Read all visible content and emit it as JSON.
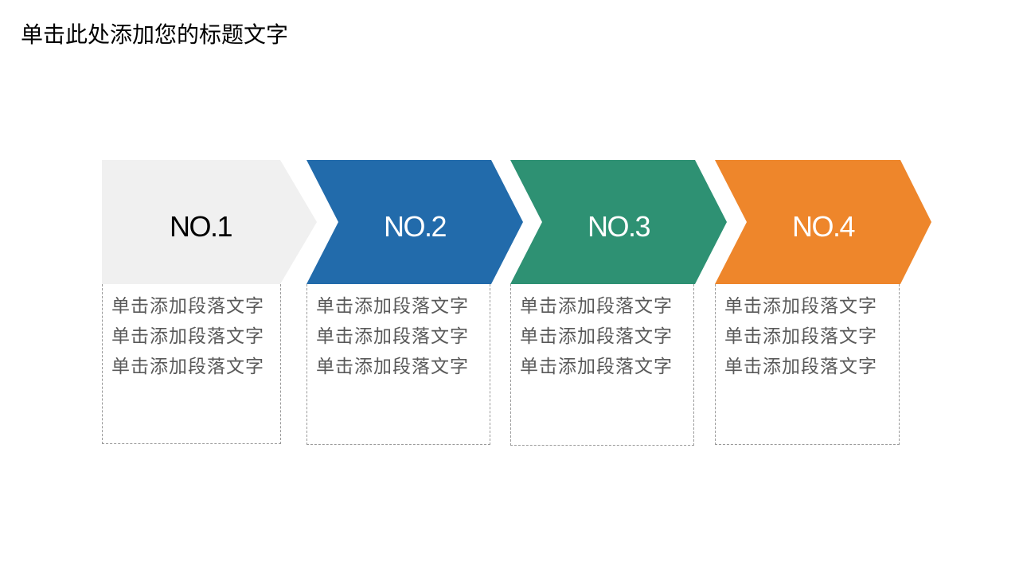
{
  "title": "单击此处添加您的标题文字",
  "steps": [
    {
      "label": "NO.1",
      "text": "单击添加段落文字单击添加段落文字单击添加段落文字",
      "fill": "#f0f0f0",
      "text_color": "#000000"
    },
    {
      "label": "NO.2",
      "text": "单击添加段落文字单击添加段落文字单击添加段落文字",
      "fill": "#226bab",
      "text_color": "#ffffff"
    },
    {
      "label": "NO.3",
      "text": "单击添加段落文字单击添加段落文字单击添加段落文字",
      "fill": "#2e9173",
      "text_color": "#ffffff"
    },
    {
      "label": "NO.4",
      "text": "单击添加段落文字单击添加段落文字单击添加段落文字",
      "fill": "#ee862b",
      "text_color": "#ffffff"
    }
  ]
}
